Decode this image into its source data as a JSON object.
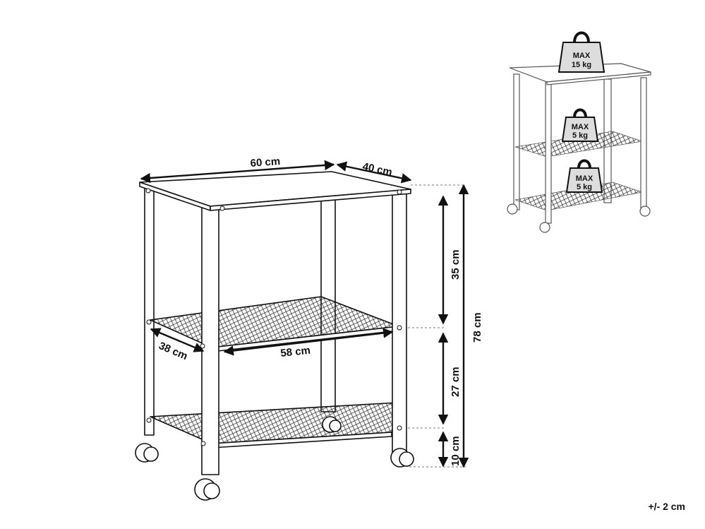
{
  "dimensions": {
    "width_top": "60 cm",
    "depth_top": "40 cm",
    "shelf_depth": "38 cm",
    "shelf_width": "58 cm",
    "height_upper": "35 cm",
    "height_middle": "27 cm",
    "height_lower": "10 cm",
    "height_total": "78 cm"
  },
  "load_limits": [
    {
      "line1": "MAX",
      "line2": "15 kg"
    },
    {
      "line1": "MAX",
      "line2": "5 kg"
    },
    {
      "line1": "MAX",
      "line2": "5 kg"
    }
  ],
  "tolerance": "+/- 2 cm"
}
